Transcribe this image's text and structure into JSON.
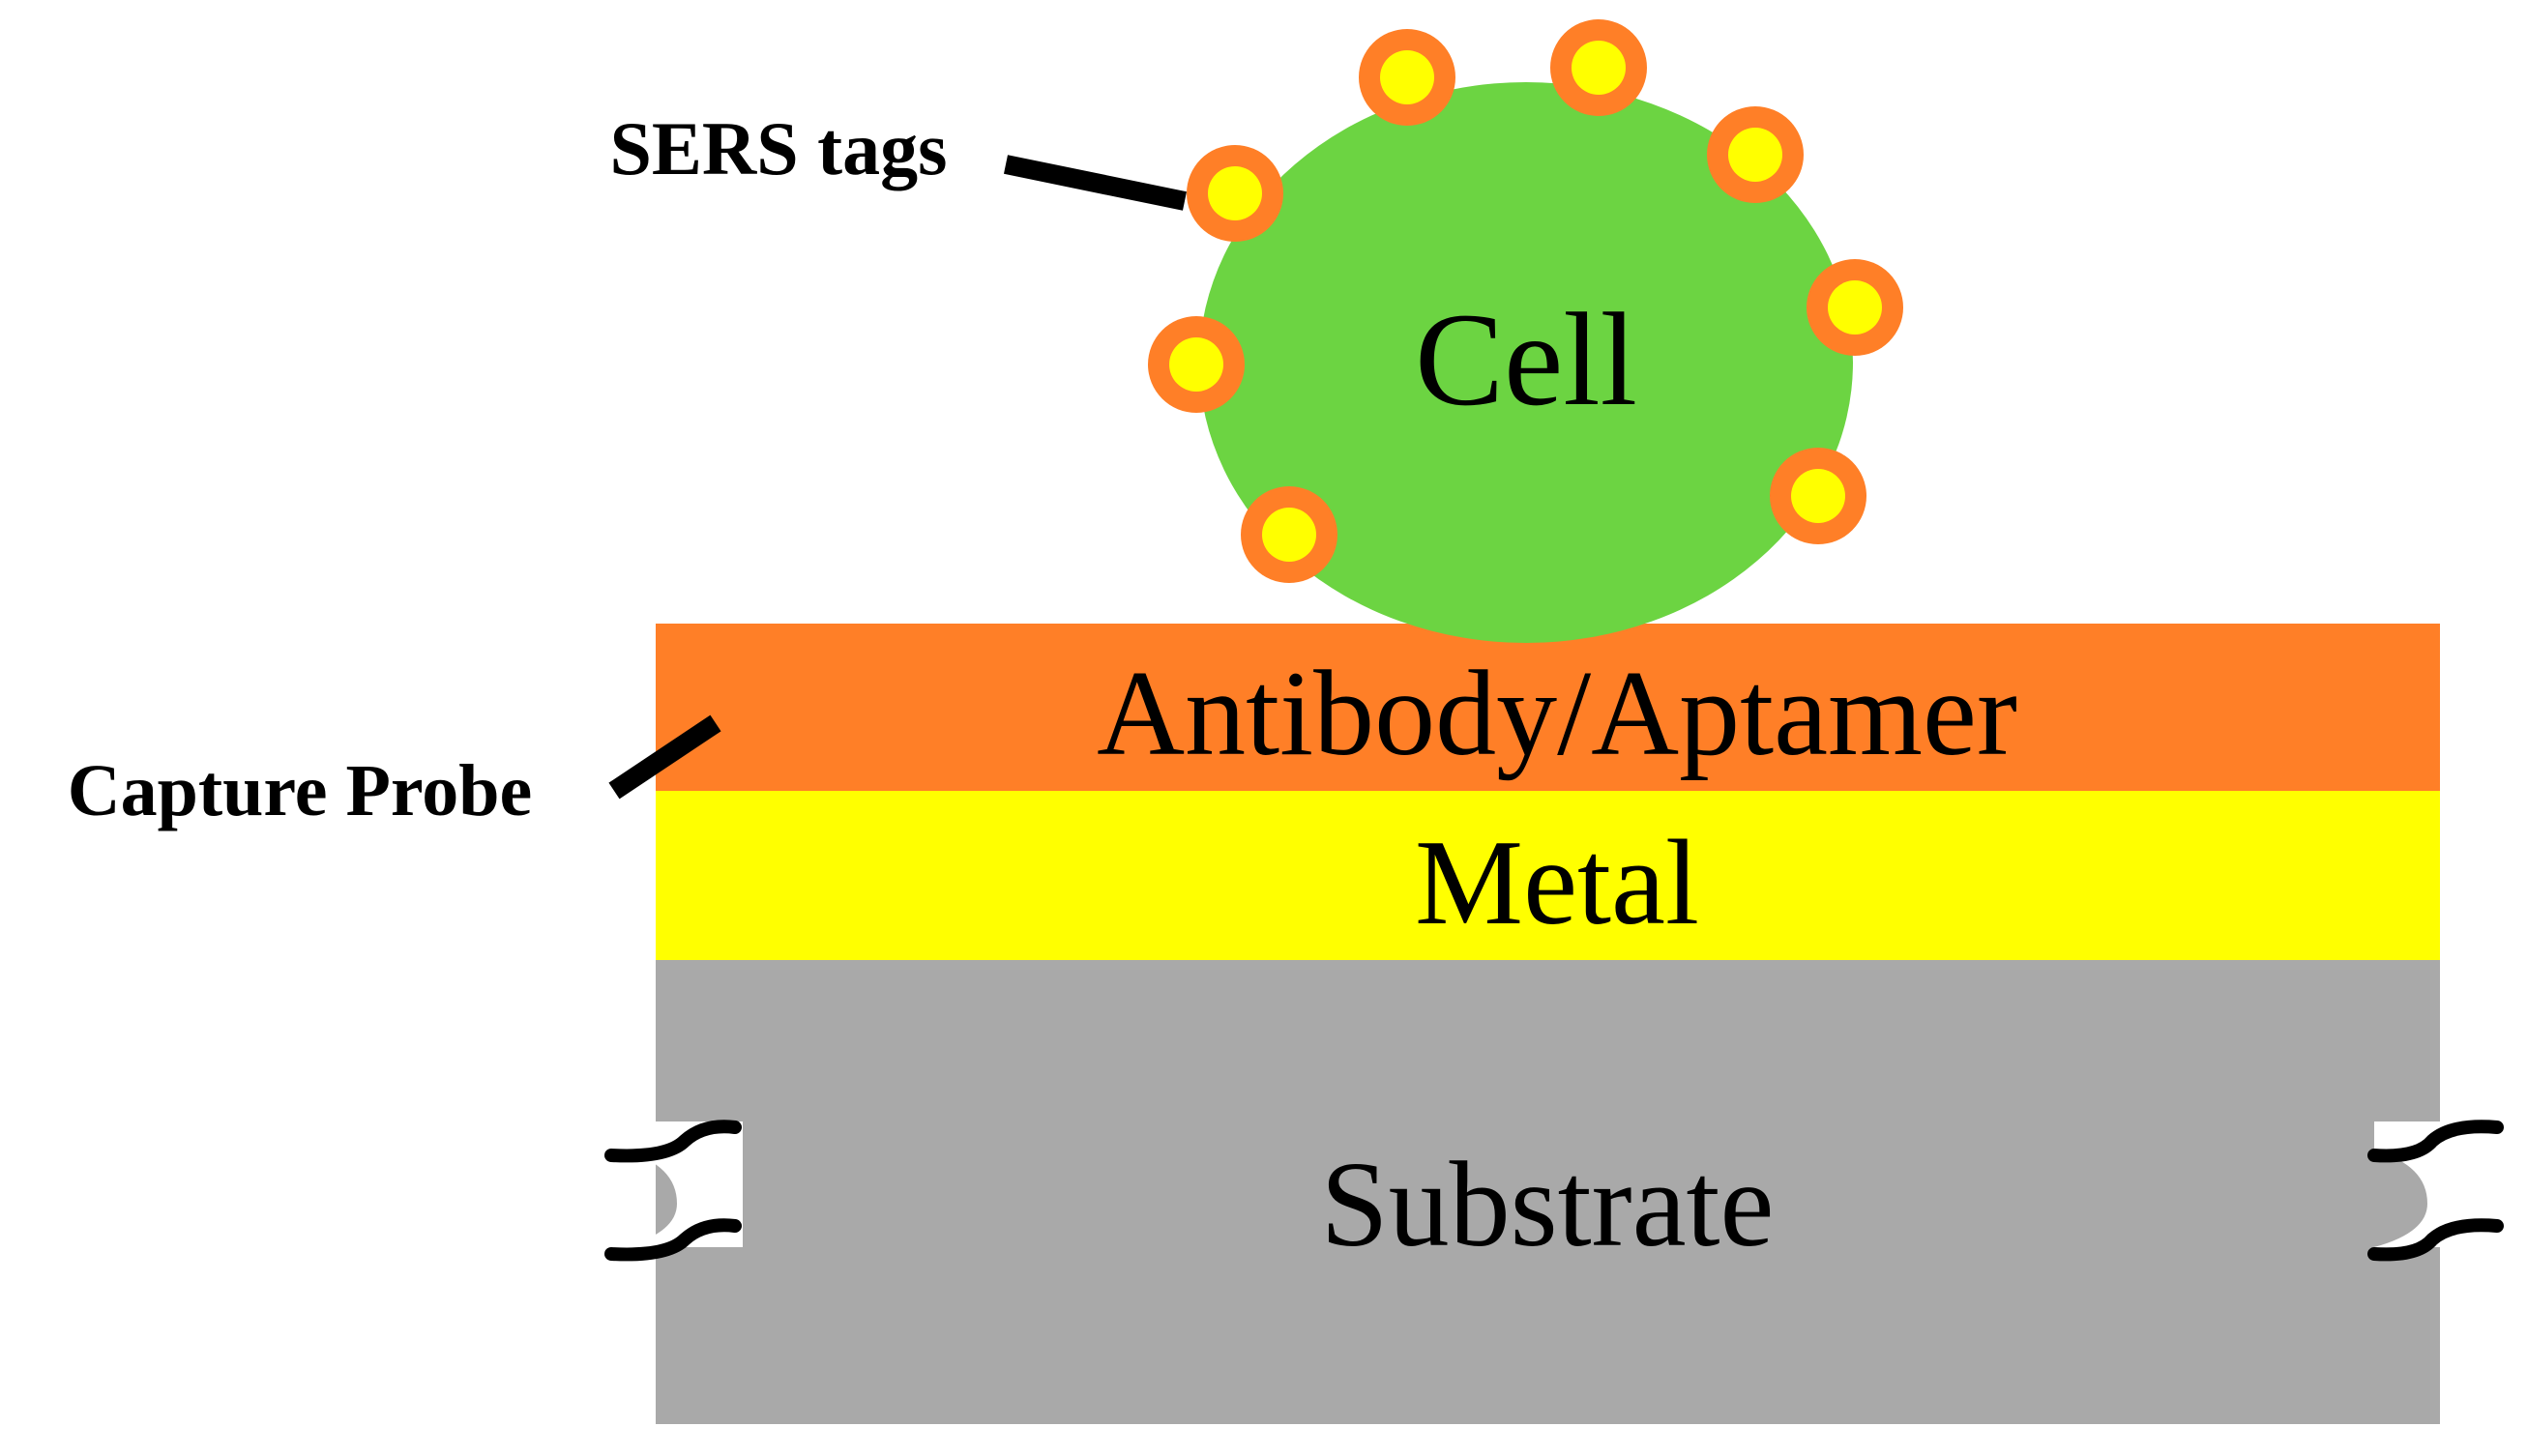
{
  "layers": {
    "antibody": {
      "label": "Antibody/Aptamer",
      "color": "#FF7F27"
    },
    "metal": {
      "label": "Metal",
      "color": "#FFFF00"
    },
    "substrate": {
      "label": "Substrate",
      "color": "#A9A9A9"
    }
  },
  "cell": {
    "label": "Cell",
    "color": "#6CD442"
  },
  "sers_tags": {
    "label": "SERS tags",
    "outer_color": "#FF7F27",
    "inner_color": "#FFFF00"
  },
  "capture_probe": {
    "label": "Capture Probe"
  }
}
